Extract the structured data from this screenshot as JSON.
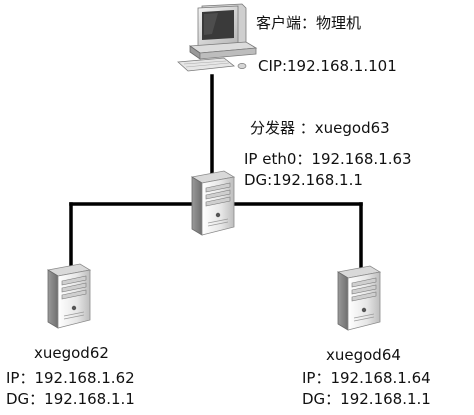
{
  "client": {
    "title": "客户端：物理机",
    "ip": "CIP:192.168.1.101",
    "icon": "desktop-computer-icon"
  },
  "distributor": {
    "title": "分发器 ：xuegod63",
    "ip": "IP eth0：192.168.1.63",
    "gateway": "DG:192.168.1.1",
    "icon": "server-tower-icon"
  },
  "server_left": {
    "name": "xuegod62",
    "ip": "IP：192.168.1.62",
    "gateway": "DG：192.168.1.1",
    "icon": "server-tower-icon"
  },
  "server_right": {
    "name": "xuegod64",
    "ip": "IP：192.168.1.64",
    "gateway": "DG：192.168.1.1",
    "icon": "server-tower-icon"
  },
  "colors": {
    "link": "#000000",
    "text": "#111111",
    "server_light": "#f2f2f2",
    "server_dark": "#8a8a8a",
    "monitor_screen": "#3a3a3a"
  }
}
